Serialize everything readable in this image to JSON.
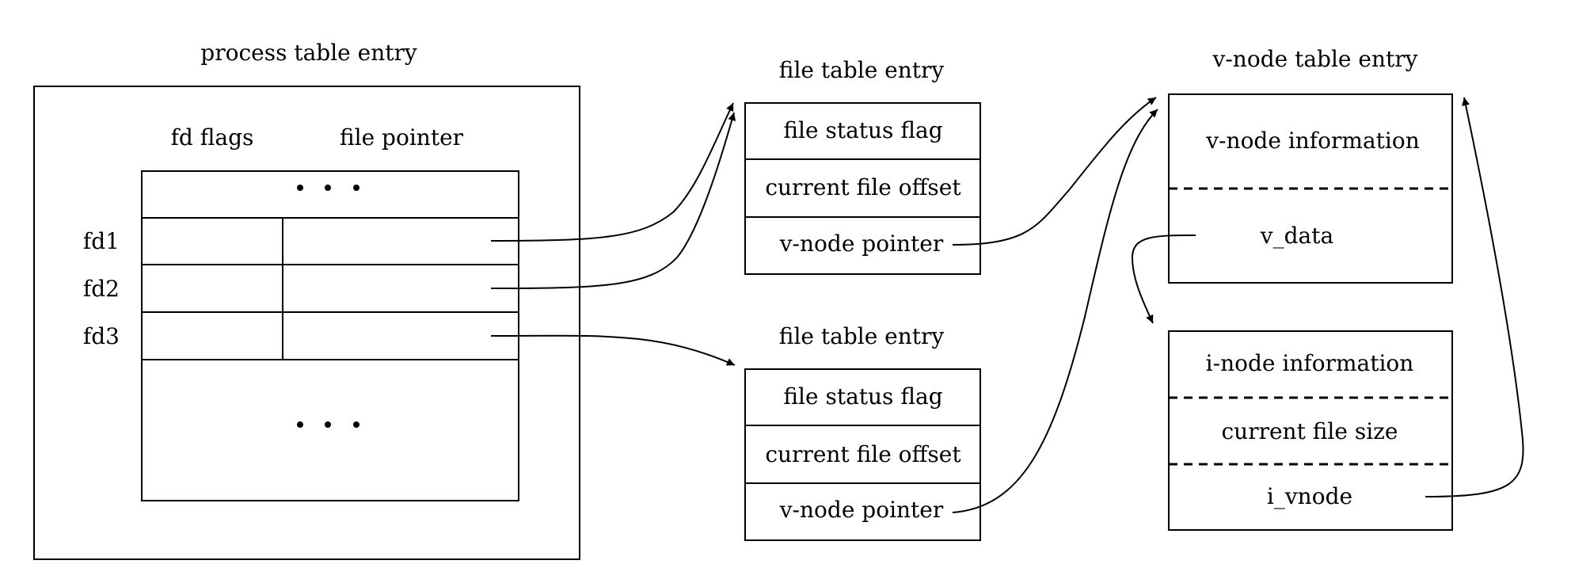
{
  "process_table": {
    "title": "process table entry",
    "col_fd_flags": "fd flags",
    "col_file_pointer": "file pointer",
    "rows": [
      "fd1",
      "fd2",
      "fd3"
    ]
  },
  "file_table_1": {
    "title": "file table entry",
    "fields": [
      "file status flag",
      "current file offset",
      "v-node pointer"
    ]
  },
  "file_table_2": {
    "title": "file table entry",
    "fields": [
      "file status flag",
      "current file offset",
      "v-node pointer"
    ]
  },
  "vnode_table": {
    "title": "v-node table entry",
    "vnode_info": "v-node information",
    "v_data": "v_data",
    "inode_info": "i-node information",
    "current_file_size": "current file size",
    "i_vnode": "i_vnode"
  }
}
